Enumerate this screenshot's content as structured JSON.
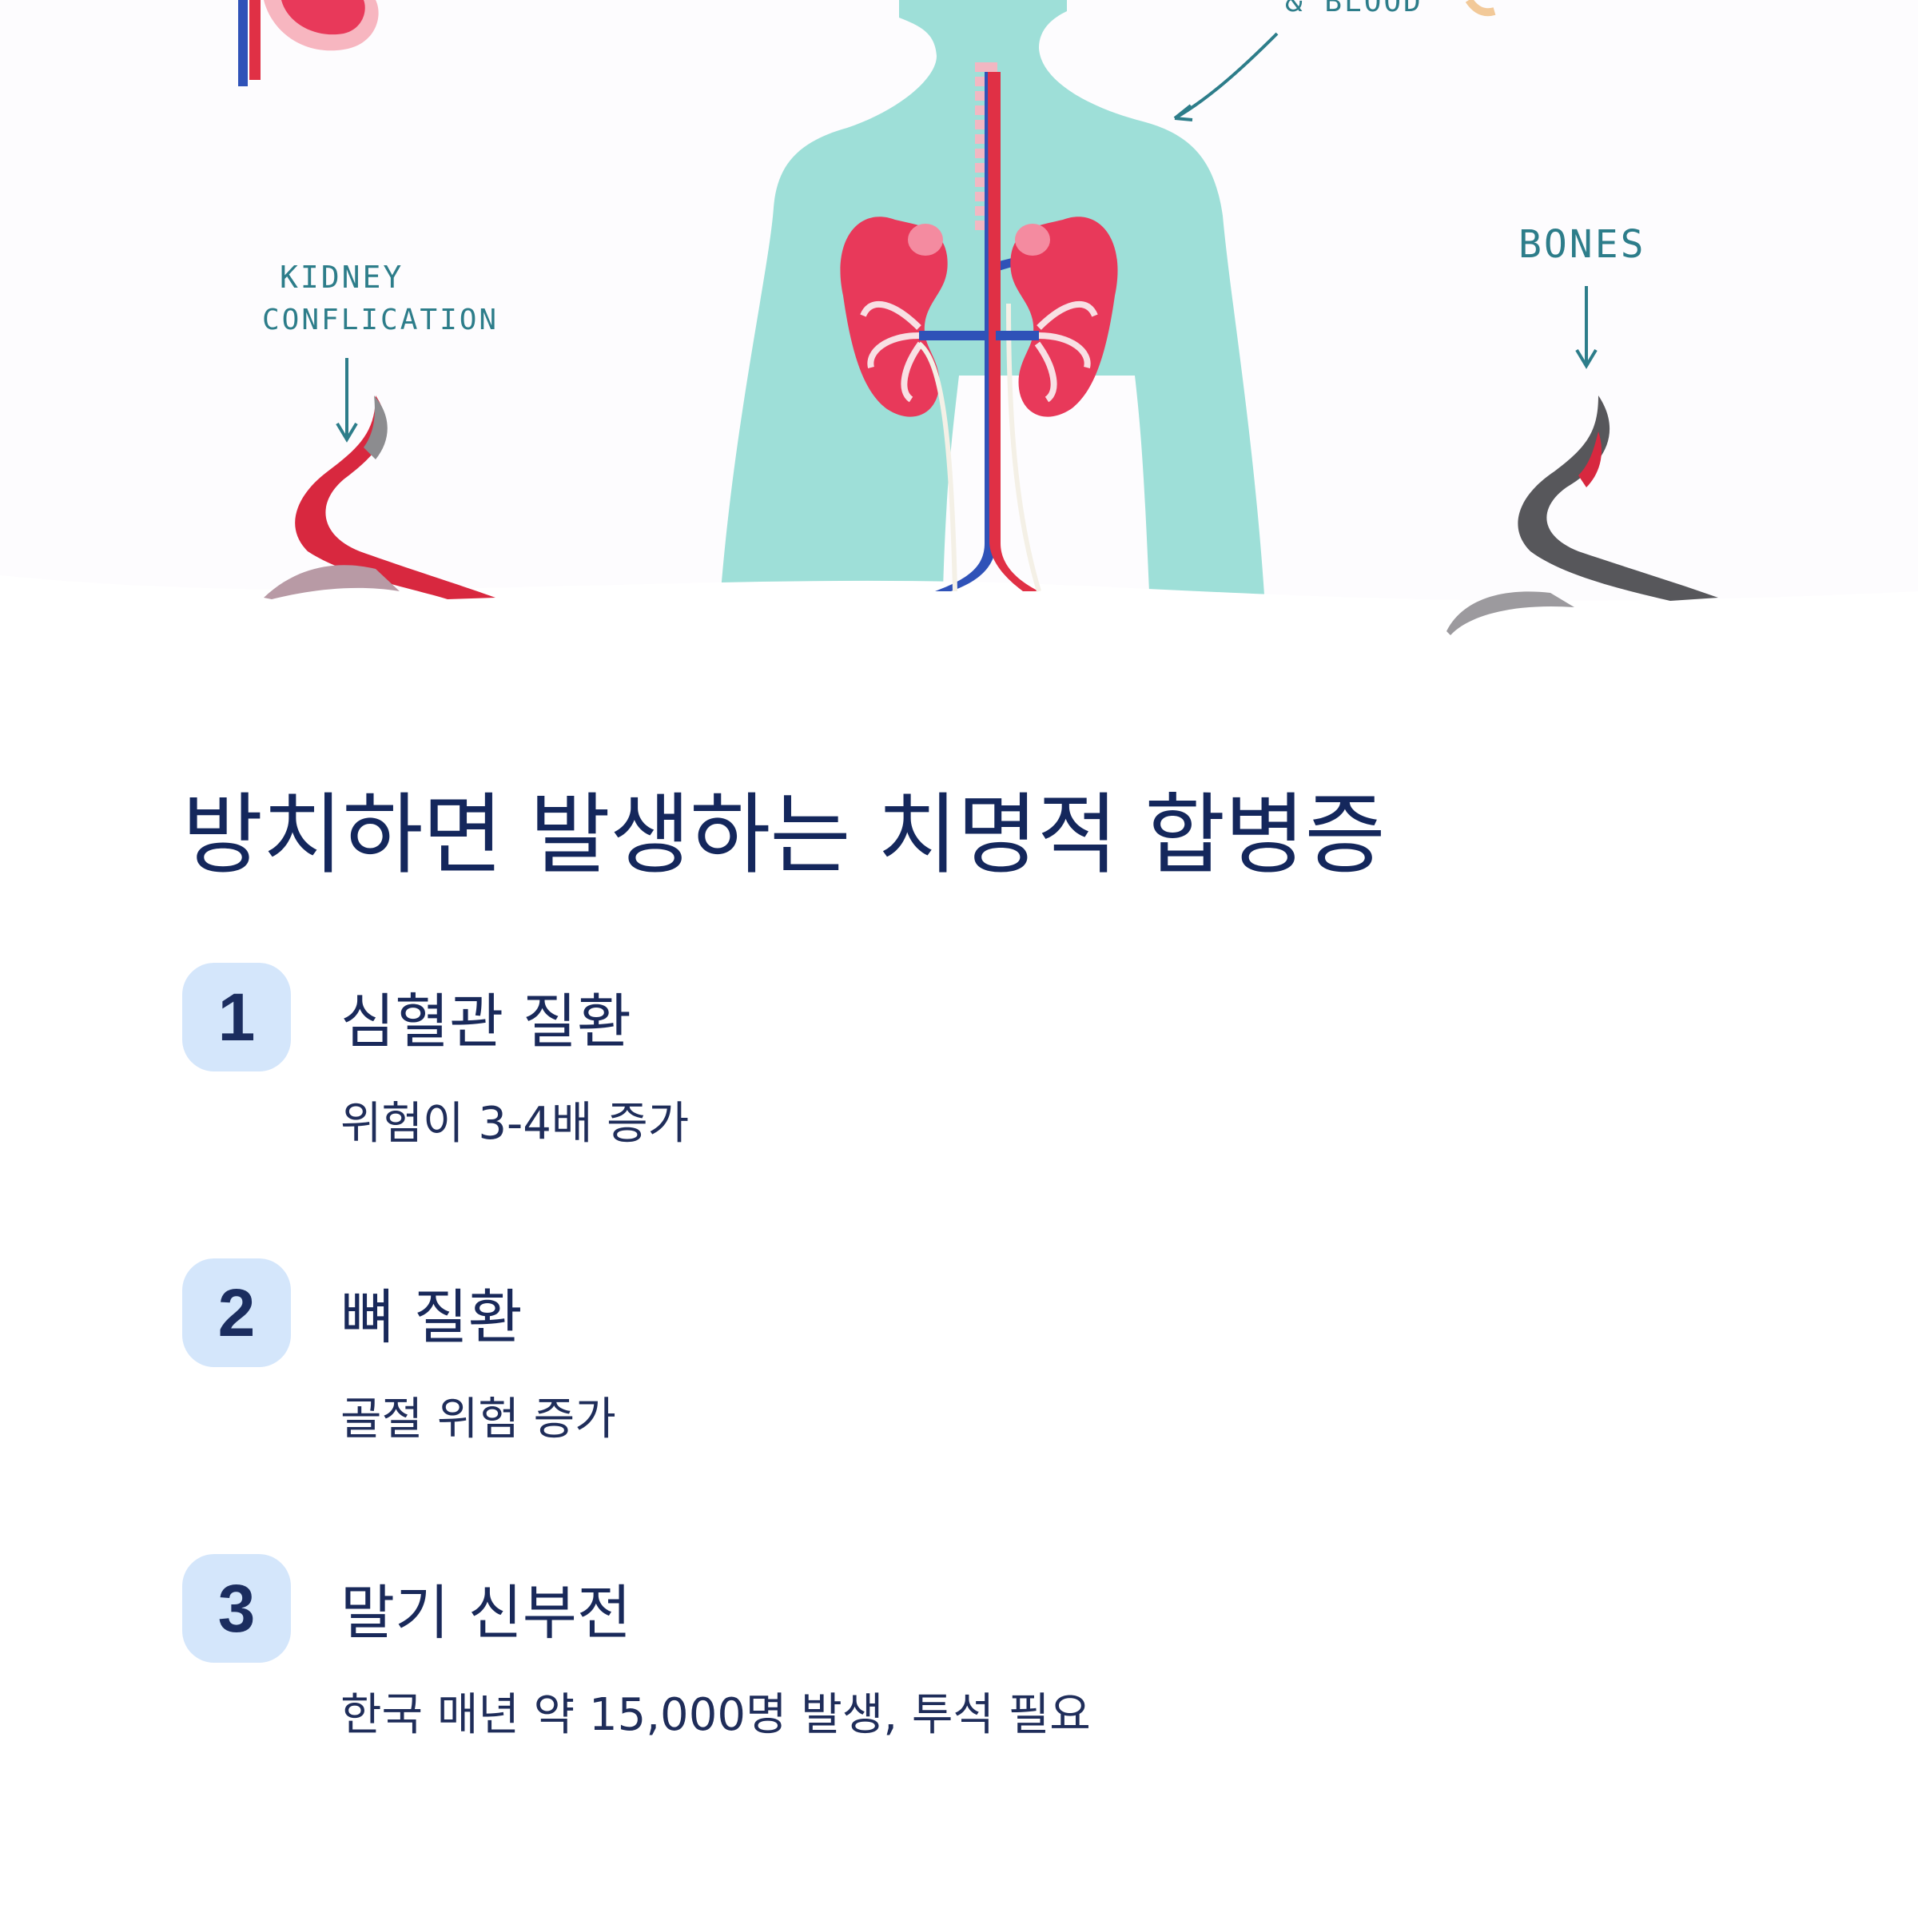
{
  "illustration": {
    "labels": {
      "blood": "& BLOOD",
      "kidney_line1": "KIDNEY",
      "kidney_line2": "CONFLICATION",
      "bones": "BONES"
    },
    "colors": {
      "body": "#9edfd8",
      "kidney": "#e8395a",
      "vessel_blue": "#2f52b8",
      "vessel_red": "#e03045",
      "annotation": "#2d7d8a"
    }
  },
  "title": "방치하면 발생하는 치명적 합병증",
  "items": [
    {
      "number": "1",
      "title": "심혈관 질환",
      "desc": "위험이 3-4배 증가"
    },
    {
      "number": "2",
      "title": "뼈 질환",
      "desc": "골절 위험 증가"
    },
    {
      "number": "3",
      "title": "말기 신부전",
      "desc": "한국 매년 약 15,000명 발생, 투석 필요"
    }
  ]
}
